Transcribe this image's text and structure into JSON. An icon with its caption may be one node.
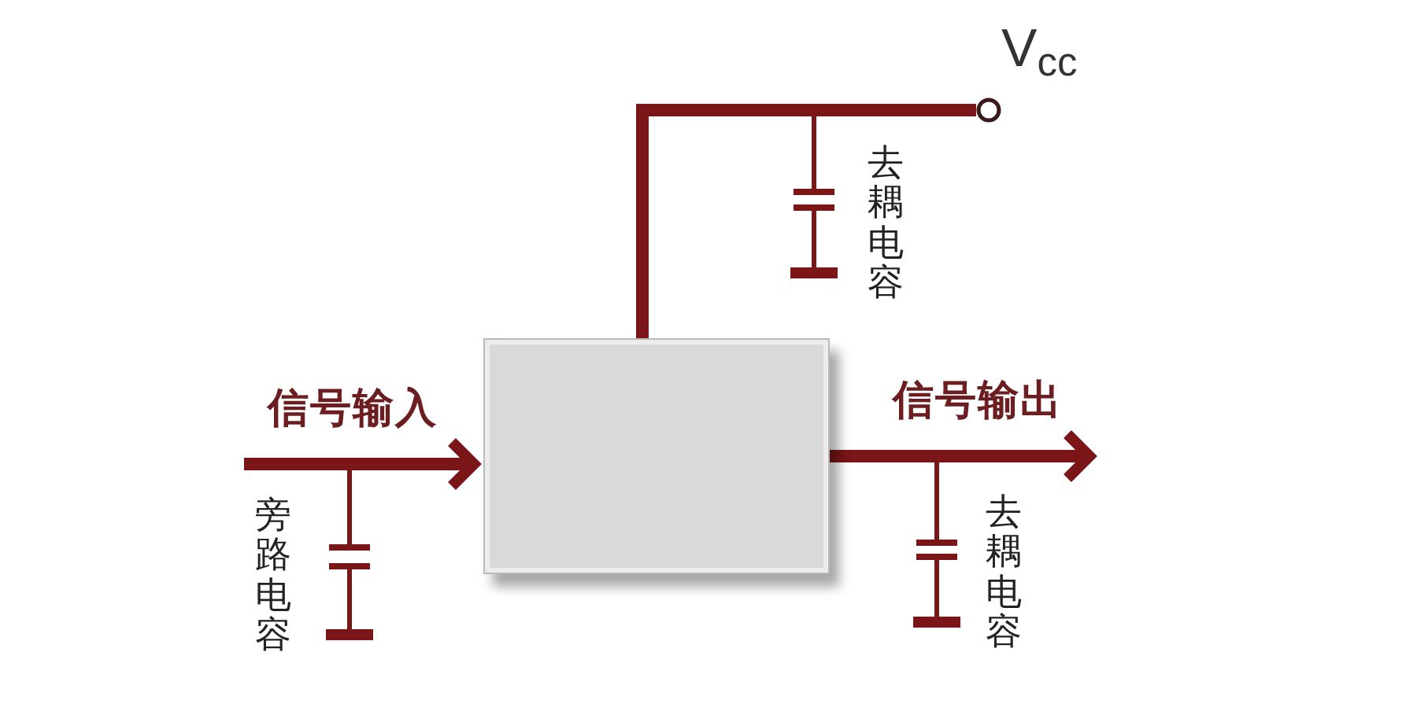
{
  "diagram": {
    "nodes": [
      {
        "text": [],
        "shape": "circle",
        "beside": [
          "V$_{cc}$"
        ]
      },
      {
        "text": [],
        "shape": "capacitor",
        "beside": [
          "去耦电容"
        ]
      },
      {
        "text": [],
        "shape": "box"
      },
      {
        "text": [],
        "shape": "capacitor",
        "beside": [
          "旁路电容"
        ]
      },
      {
        "text": [],
        "shape": "capacitor",
        "beside": [
          "去耦电容"
        ]
      }
    ],
    "edges": [
      {
        "from": 0,
        "to": 2,
        "arrow": "none"
      },
      {
        "from": null,
        "to": 2,
        "arrow": "to",
        "label": "信号输入"
      },
      {
        "from": 2,
        "to": null,
        "arrow": "to",
        "label": "信号输出"
      }
    ]
  }
}
